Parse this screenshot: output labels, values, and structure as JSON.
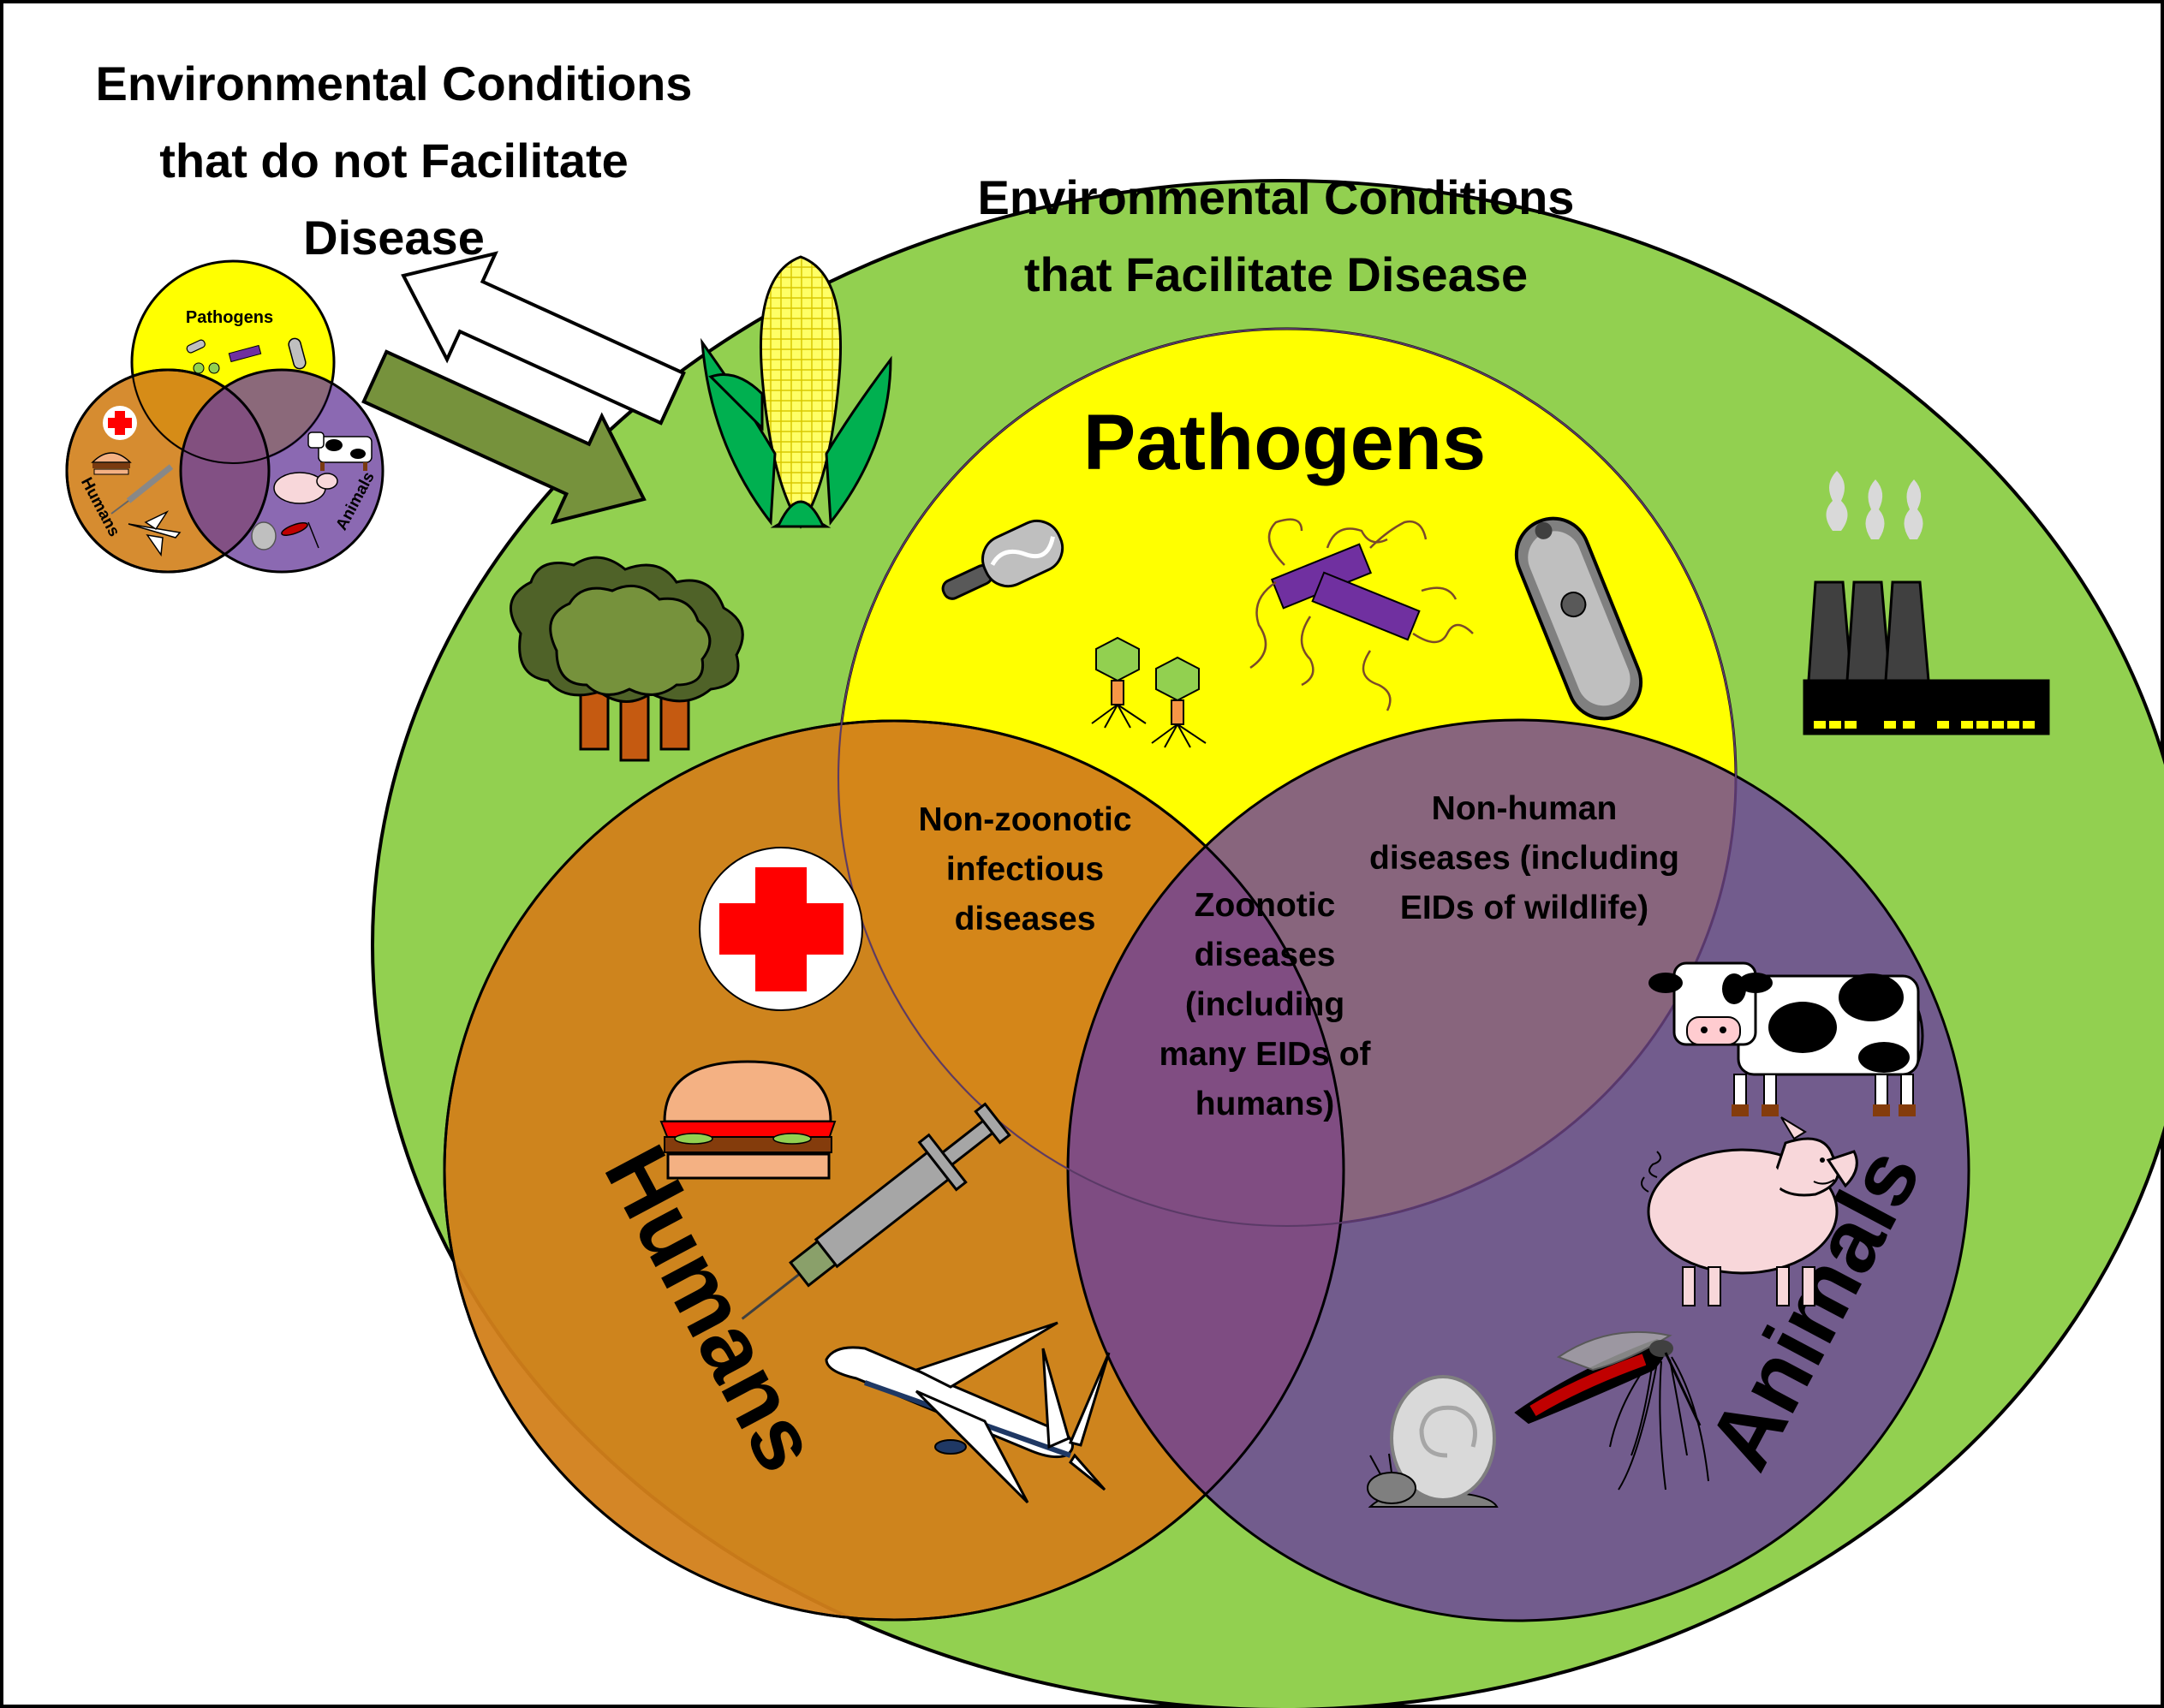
{
  "outside_title": [
    "Environmental Conditions",
    "that do not Facilitate",
    "Disease"
  ],
  "inside_title": [
    "Environmental Conditions",
    "that Facilitate Disease"
  ],
  "circles": {
    "pathogens": "Pathogens",
    "humans": "Humans",
    "animals": "Animals"
  },
  "overlaps": {
    "humans_pathogens": [
      "Non-zoonotic",
      "infectious",
      "diseases"
    ],
    "pathogens_animals": [
      "Non-human",
      "diseases (including",
      "EIDs of wildlife)"
    ],
    "all_three": [
      "Zoonotic",
      "diseases",
      "(including",
      "many EIDs of",
      "humans)"
    ]
  },
  "mini": {
    "pathogens": "Pathogens",
    "humans": "Humans",
    "animals": "Animals"
  },
  "colors": {
    "environment": "#92d050",
    "pathogens": "#ffff00",
    "humans": "#d27f1a",
    "animals": "#74508f",
    "arrow_in": "#76923c",
    "arrow_out": "#ffffff"
  }
}
